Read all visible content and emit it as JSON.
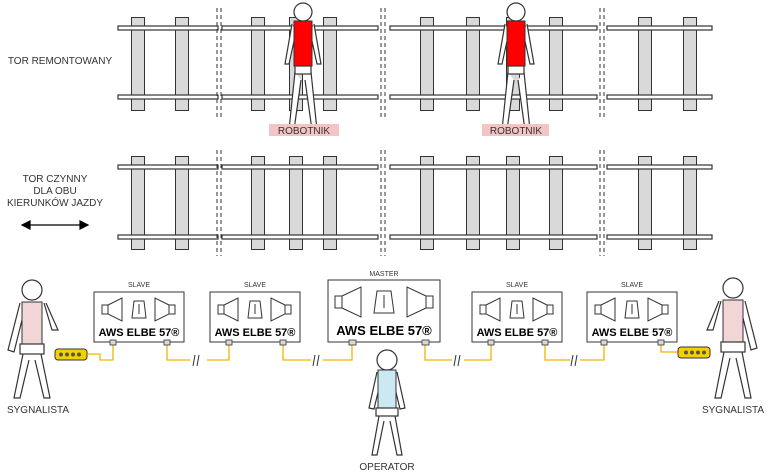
{
  "labels": {
    "repaired_track": "TOR REMONTOWANY",
    "active_track_1": "TOR CZYNNY",
    "active_track_2": "DLA OBU",
    "active_track_3": "KIERUNKÓW JAZDY",
    "worker": "ROBOTNIK",
    "signalman": "SYGNALISTA",
    "operator": "OPERATOR"
  },
  "devices": [
    {
      "role": "SLAVE",
      "model": "AWS ELBE 57®"
    },
    {
      "role": "SLAVE",
      "model": "AWS ELBE 57®"
    },
    {
      "role": "MASTER",
      "model": "AWS ELBE 57®"
    },
    {
      "role": "SLAVE",
      "model": "AWS ELBE 57®"
    },
    {
      "role": "SLAVE",
      "model": "AWS ELBE 57®"
    }
  ],
  "colors": {
    "worker_vest": "#ff0000",
    "worker_badge": "#f2c4c4",
    "signalman_vest": "#f2d6d6",
    "operator_vest": "#cce8f2",
    "cable": "#f0b400",
    "sleeper": "#d9d9d9",
    "rail": "#333333"
  }
}
